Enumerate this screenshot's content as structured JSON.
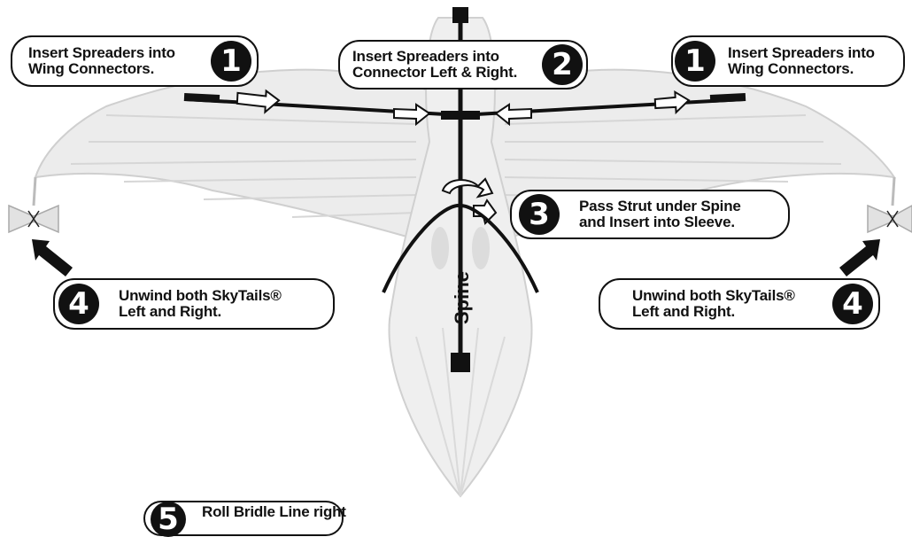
{
  "steps": [
    {
      "number": "1",
      "lines": [
        "Insert Spreaders into",
        "Wing Connectors."
      ]
    },
    {
      "number": "2",
      "lines": [
        "Insert Spreaders into",
        "Connector Left & Right."
      ]
    },
    {
      "number": "1",
      "lines": [
        "Insert Spreaders into",
        "Wing Connectors."
      ]
    },
    {
      "number": "3",
      "lines": [
        "Pass Strut under Spine",
        "and Insert into Sleeve."
      ]
    },
    {
      "number": "4",
      "lines": [
        "Unwind both SkyTails®",
        "Left and Right."
      ]
    },
    {
      "number": "4",
      "lines": [
        "Unwind both SkyTails®",
        "Left and Right."
      ]
    },
    {
      "number": "5",
      "lines": [
        "Roll Bridle Line right"
      ]
    }
  ],
  "spine_label": "Spine"
}
